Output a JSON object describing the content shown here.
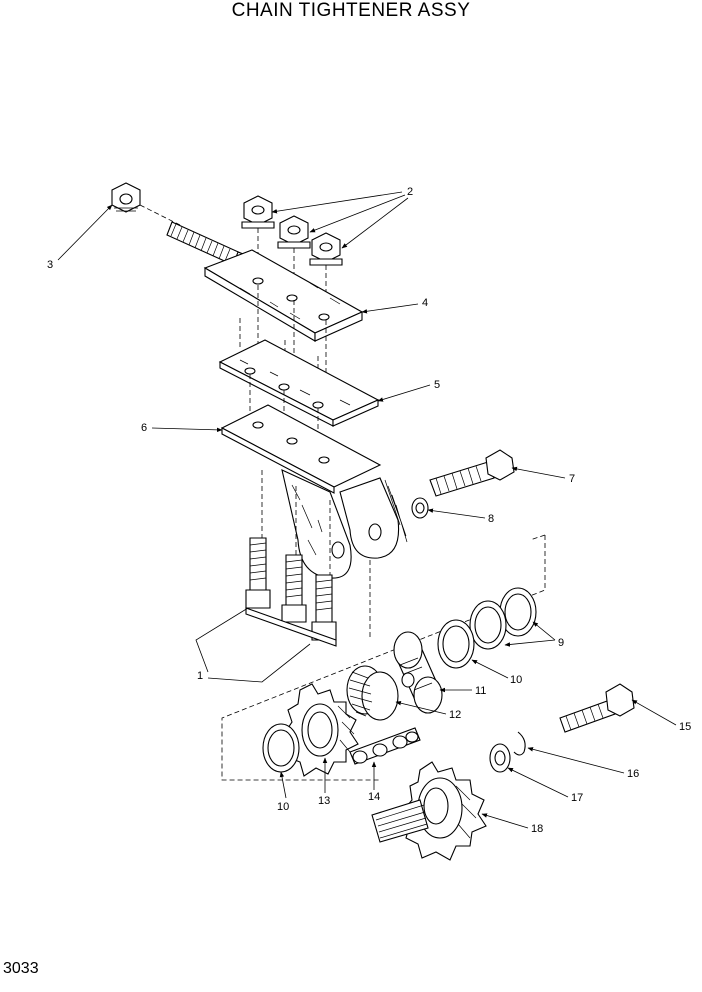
{
  "title": "CHAIN TIGHTENER ASSY",
  "page_number": "3033",
  "callouts": {
    "c1": "1",
    "c2": "2",
    "c3": "3",
    "c4": "4",
    "c5": "5",
    "c6": "6",
    "c7": "7",
    "c8": "8",
    "c9": "9",
    "c10a": "10",
    "c10b": "10",
    "c11": "11",
    "c12": "12",
    "c13": "13",
    "c14": "14",
    "c15": "15",
    "c16": "16",
    "c17": "17",
    "c18": "18"
  }
}
